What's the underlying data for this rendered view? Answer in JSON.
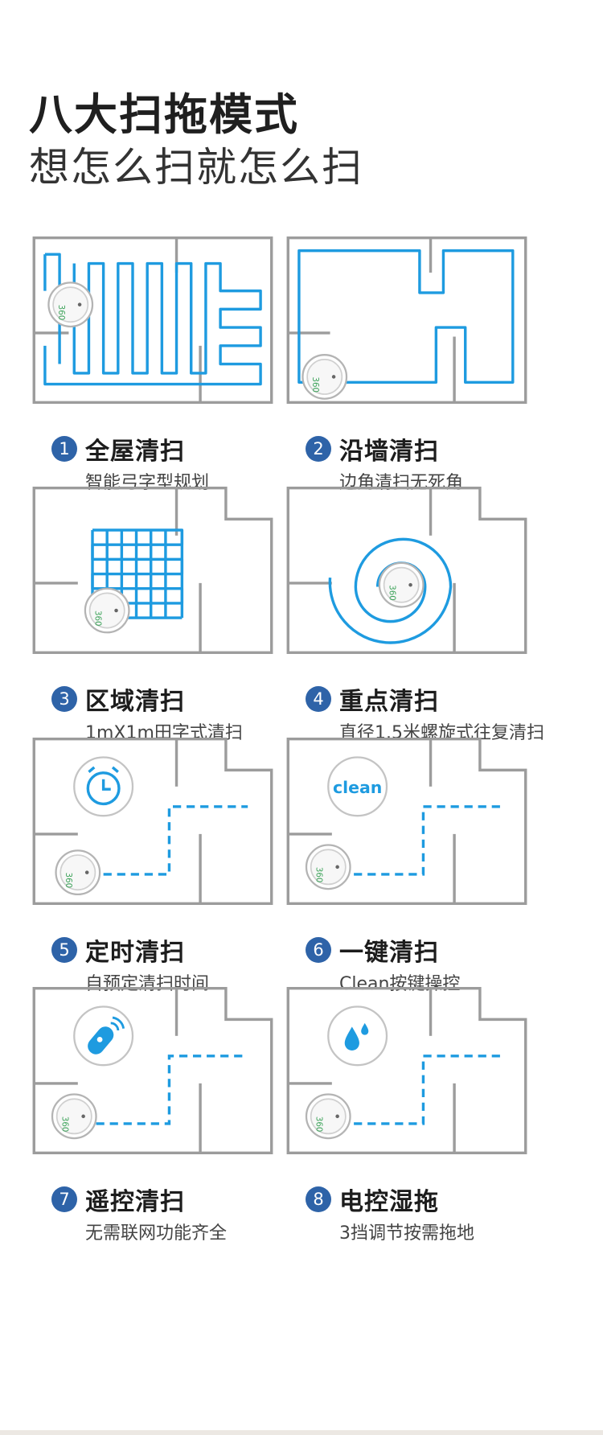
{
  "heading": {
    "line1": "八大扫拖模式",
    "line2": "想怎么扫就怎么扫"
  },
  "colors": {
    "wall": "#9c9c9c",
    "path_blue": "#1e9be0",
    "badge_blue": "#2e63a8"
  },
  "modes": [
    {
      "num": "1",
      "title": "全屋清扫",
      "desc": "智能弓字型规划",
      "icon": "robot-zigzag"
    },
    {
      "num": "2",
      "title": "沿墙清扫",
      "desc": "边角清扫无死角",
      "icon": "robot-wall"
    },
    {
      "num": "3",
      "title": "区域清扫",
      "desc": "1mX1m田字式清扫",
      "icon": "robot-grid"
    },
    {
      "num": "4",
      "title": "重点清扫",
      "desc": "直径1.5米螺旋式往复清扫",
      "icon": "robot-spiral"
    },
    {
      "num": "5",
      "title": "定时清扫",
      "desc": "自预定清扫时间",
      "icon": "alarm-clock-icon"
    },
    {
      "num": "6",
      "title": "一键清扫",
      "desc": "Clean按键操控",
      "icon": "clean-button-icon",
      "icon_text": "clean"
    },
    {
      "num": "7",
      "title": "遥控清扫",
      "desc": "无需联网功能齐全",
      "icon": "remote-control-icon"
    },
    {
      "num": "8",
      "title": "电控湿拖",
      "desc": "3挡调节按需拖地",
      "icon": "water-drops-icon"
    }
  ]
}
